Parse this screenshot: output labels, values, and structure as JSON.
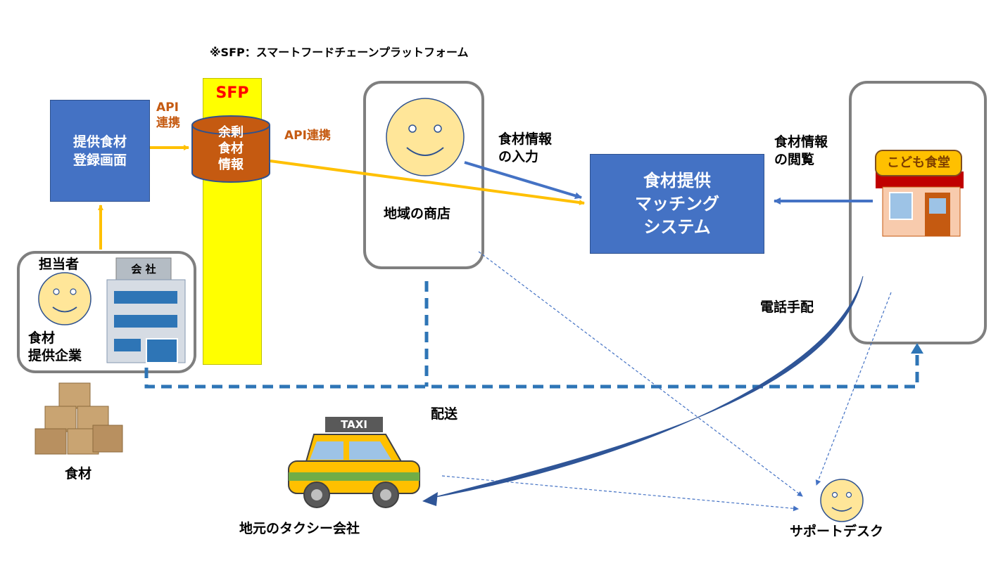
{
  "note": "※SFP：スマートフードチェーンプラットフォーム",
  "sfp": {
    "label": "SFP",
    "db": "余剰\n食材\n情報"
  },
  "register_screen": "提供食材\n登録画面",
  "api_left": "API\n連携",
  "api_right": "API連携",
  "company": {
    "person": "担当者",
    "label": "食材\n提供企業",
    "sign": "会 社"
  },
  "food_label": "食材",
  "shop": {
    "label": "地域の商店"
  },
  "input_label": "食材情報\nの入力",
  "matching": "食材提供\nマッチング\nシステム",
  "browse_label": "食材情報\nの閲覧",
  "kodomo": {
    "sign": "こども食堂"
  },
  "phone_label": "電話手配",
  "delivery_label": "配送",
  "taxi": {
    "sign": "TAXI",
    "label": "地元のタクシー会社"
  },
  "support_label": "サポートデスク",
  "colors": {
    "blue": "#4472c4",
    "arrow_yellow": "#ffc000",
    "sfp_yellow": "#ffff00",
    "sfp_red": "#ff0000",
    "db_fill": "#c55a11",
    "gray": "#7f7f7f",
    "face": "#ffe699"
  }
}
